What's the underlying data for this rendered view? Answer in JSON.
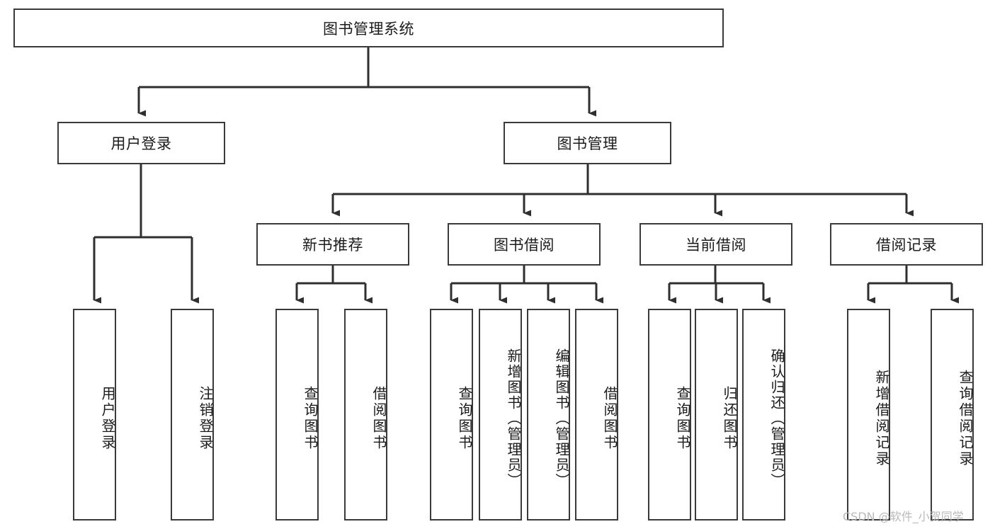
{
  "diagram": {
    "type": "hierarchy-tree",
    "title": "图书管理系统",
    "watermark": "CSDN @软件_小贺同学",
    "colors": {
      "stroke": "#3a3a3a",
      "fill": "#ffffff",
      "text": "#1b1b1b",
      "watermark": "#b9b9b9"
    },
    "nodes": {
      "root": {
        "label": "图书管理系统"
      },
      "level1": [
        {
          "id": "user-login",
          "label": "用户登录"
        },
        {
          "id": "book-management",
          "label": "图书管理"
        }
      ],
      "level2": [
        {
          "id": "new-book-recommend",
          "label": "新书推荐",
          "parent": "book-management"
        },
        {
          "id": "book-borrow",
          "label": "图书借阅",
          "parent": "book-management"
        },
        {
          "id": "current-borrow",
          "label": "当前借阅",
          "parent": "book-management"
        },
        {
          "id": "borrow-record",
          "label": "借阅记录",
          "parent": "book-management"
        }
      ],
      "leaves": [
        {
          "id": "leaf-user-login",
          "label": "用户登录",
          "parent": "user-login"
        },
        {
          "id": "leaf-logout",
          "label": "注销登录",
          "parent": "user-login"
        },
        {
          "id": "leaf-query-book-1",
          "label": "查询图书",
          "parent": "new-book-recommend"
        },
        {
          "id": "leaf-borrow-book-1",
          "label": "借阅图书",
          "parent": "new-book-recommend"
        },
        {
          "id": "leaf-query-book-2",
          "label": "查询图书",
          "parent": "book-borrow"
        },
        {
          "id": "leaf-add-book",
          "label": "新增图书（管理员）",
          "parent": "book-borrow"
        },
        {
          "id": "leaf-edit-book",
          "label": "编辑图书（管理员）",
          "parent": "book-borrow"
        },
        {
          "id": "leaf-borrow-book-2",
          "label": "借阅图书",
          "parent": "book-borrow"
        },
        {
          "id": "leaf-query-book-3",
          "label": "查询图书",
          "parent": "current-borrow"
        },
        {
          "id": "leaf-return-book",
          "label": "归还图书",
          "parent": "current-borrow"
        },
        {
          "id": "leaf-confirm-return",
          "label": "确认归还（管理员）",
          "parent": "current-borrow"
        },
        {
          "id": "leaf-add-record",
          "label": "新增借阅记录",
          "parent": "borrow-record"
        },
        {
          "id": "leaf-query-record",
          "label": "查询借阅记录",
          "parent": "borrow-record"
        }
      ]
    }
  }
}
